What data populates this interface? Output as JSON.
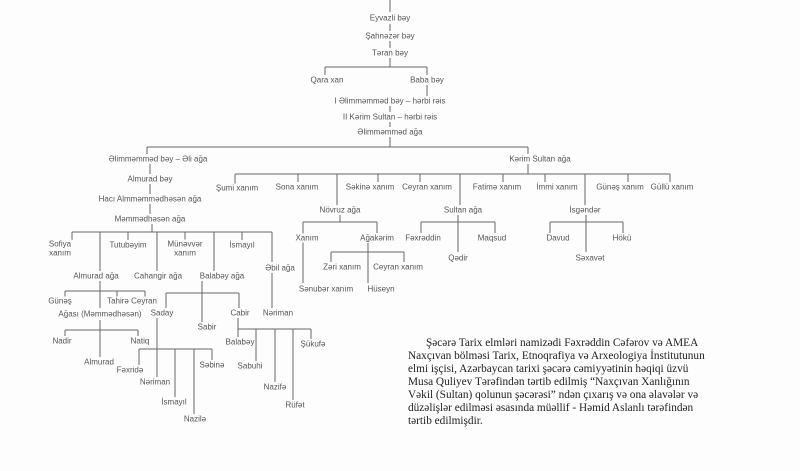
{
  "tree": {
    "n1": "Eyvazli bəy",
    "n2": "Şahnəzər bəy",
    "n3": "Təran bəy",
    "n4": "Qara xan",
    "n5": "Baba bəy",
    "n6": "I Əlimməmməd bəy – hərbi rəis",
    "n7": "II Kərim Sultan – hərbi rəis",
    "n8": "Əlimməmməd ağa",
    "n9": "Əlimməmməd bəy – Əli ağa",
    "n10": "Almurad bəy",
    "n11": "Hacı Almməmmədhəsən ağa",
    "n12": "Məmmədhəsən ağa",
    "n13a": "Sofiya",
    "n13b": "xanım",
    "n14": "Tutubəyim",
    "n15a": "Münəvvər",
    "n15b": "xanım",
    "n16": "İsmayıl",
    "n17": "Almurad ağa",
    "n18": "Cahangir ağa",
    "n19": "Balabəy ağa",
    "n20": "Əbil ağa",
    "n21": "Günəş",
    "n22": "Tahirə Ceyran",
    "n23": "Ağası (Məmmədhəsən)",
    "n24": "Saday",
    "n25": "Sabir",
    "n26": "Cabir",
    "n27": "Nəriman",
    "n28": "Nadir",
    "n29": "Natiq",
    "n30": "Almurad",
    "n31": "Fəxridə",
    "n32": "Nəriman",
    "n33": "İsmayıl",
    "n34": "Nazilə",
    "n35": "Səbinə",
    "n36": "Balabəy",
    "n37": "Sabuhi",
    "n38": "Nazifə",
    "n39": "Rüfət",
    "n40": "Şükufə",
    "n41": "Kərim Sultan ağa",
    "n42": "Şumi xanım",
    "n43": "Sona xanım",
    "n44": "Səkinə xanım",
    "n45": "Ceyran xanım",
    "n46": "Fatimə xanım",
    "n47": "İmmi xanım",
    "n48": "Günəş xanım",
    "n49": "Güllü xanım",
    "n50": "Növruz ağa",
    "n51": "Sultan ağa",
    "n52": "İsgəndər",
    "n53": "Xanım",
    "n54": "Ağakərim",
    "n55": "Fəxrəddin",
    "n56": "Maqsud",
    "n57": "Davud",
    "n58": "Hökü",
    "n59": "Zəri xanım",
    "n60": "Ceyran xanım",
    "n61": "Qədir",
    "n62": "Səxavət",
    "n63": "Sənubər xanım",
    "n64": "Hüseyn"
  },
  "caption": [
    "Şəcərə Tarix elmləri namizədi Fəxrəddin Cəfərov və AMEA",
    "Naxçıvan bölməsi Tarix, Etnoqrafiya və Arxeologiya İnstitutunun",
    "elmi işçisi, Azərbaycan tarixi şəcərə cəmiyyətinin həqiqi üzvü",
    "Musa Quliyev Tərəfindən tərtib edilmiş “Naxçıvan Xanlığının",
    "Vəkil (Sultan) qolunun şəcərəsi” ndən çıxarış və ona əlavələr və",
    "düzəlişlər edilməsi əsasında müəllif - Həmid Aslanlı tərəfindən",
    "tərtib edilmişdir."
  ]
}
